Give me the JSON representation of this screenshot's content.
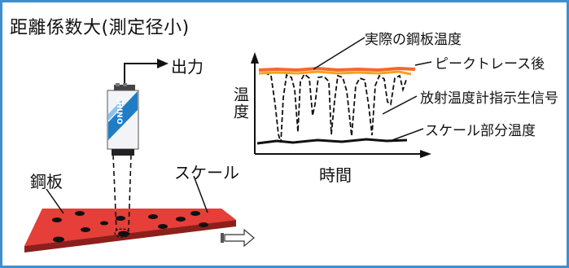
{
  "title": "距離係数大(測定径小)",
  "labels": {
    "output": "出力",
    "steel_plate": "鋼板",
    "scale": "スケール",
    "temperature_axis": "温度",
    "time_axis": "時間",
    "actual_temp": "実際の鋼板温度",
    "after_peak_trace": "ピークトレース後",
    "radiation_thermometer_signal": "放射温度計指示生信号",
    "scale_part_temp": "スケール部分温度",
    "sensor_brand": "CHINO"
  },
  "colors": {
    "frame_border": "#3e8fd0",
    "steel_plate": "#e8403a",
    "actual_temp_line": "#f26a2a",
    "peak_trace_line": "#f5a21b",
    "sensor_stripe": "#1f7dc6"
  }
}
